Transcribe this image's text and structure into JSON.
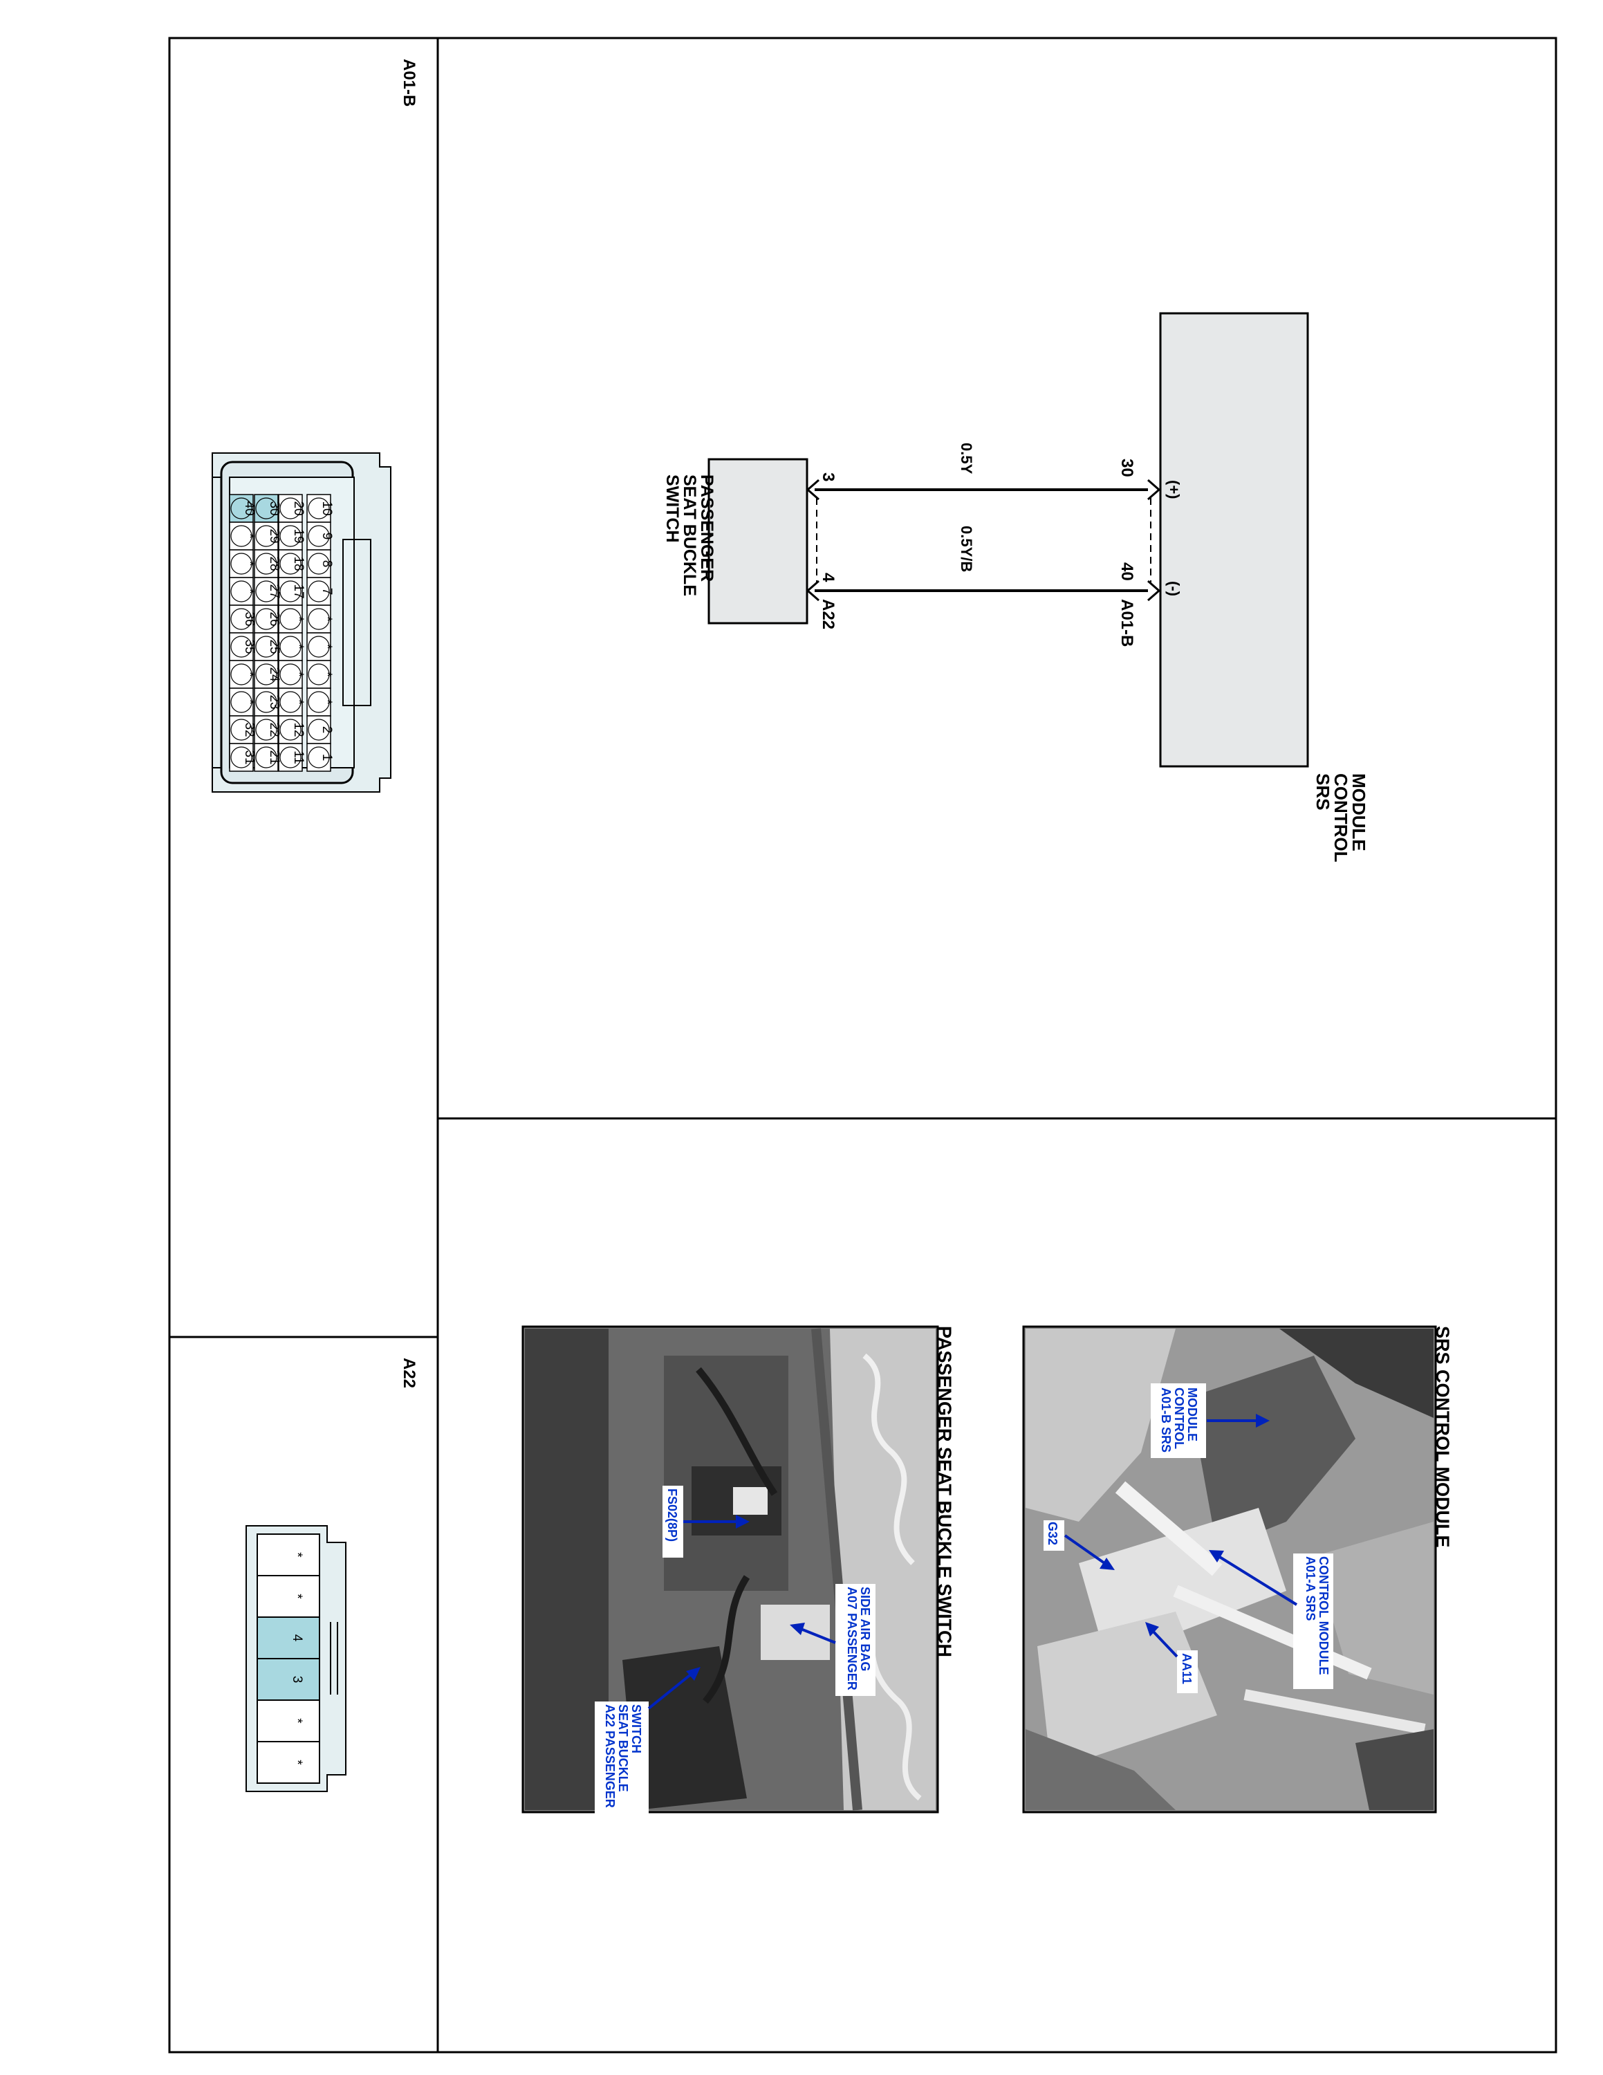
{
  "connectors": {
    "a01b": {
      "title": "A01-B"
    },
    "a22": {
      "title": "A22"
    }
  },
  "schematic": {
    "module": {
      "label_lines": [
        "SRS",
        "CONTROL",
        "MODULE"
      ]
    },
    "switch": {
      "label_lines": [
        "PASSENGER",
        "SEAT BUCKLE",
        "SWITCH"
      ]
    },
    "module_connector": "A01-B",
    "switch_connector": "A22",
    "polarity_plus": "(+)",
    "polarity_minus": "(-)",
    "wires": [
      {
        "module_pin": "30",
        "switch_pin": "3",
        "color": "0.5Y"
      },
      {
        "module_pin": "40",
        "switch_pin": "4",
        "color": "0.5Y/B"
      }
    ]
  },
  "a01b_pins": {
    "rows": [
      [
        "10",
        "9",
        "8",
        "7",
        "*",
        "*",
        "*",
        "*",
        "2",
        "1"
      ],
      [
        "20",
        "19",
        "18",
        "17",
        "*",
        "*",
        "*",
        "*",
        "12",
        "11"
      ],
      [
        "30",
        "29",
        "28",
        "27",
        "26",
        "25",
        "24",
        "23",
        "22",
        "21"
      ],
      [
        "40",
        "*",
        "*",
        "*",
        "36",
        "35",
        "*",
        "*",
        "32",
        "31"
      ]
    ],
    "highlighted": [
      "30",
      "40"
    ]
  },
  "a22_pins": {
    "cells": [
      "*",
      "*",
      "4",
      "3",
      "*",
      "*"
    ],
    "highlighted": [
      "4",
      "3"
    ]
  },
  "photos": {
    "srs": {
      "title": "SRS CONTROL MODULE",
      "callouts": {
        "a01b": [
          "A01-B SRS",
          "CONTROL",
          "MODULE"
        ],
        "a01a": [
          "A01-A SRS",
          "CONTROL MODULE"
        ],
        "g32": [
          "G32"
        ],
        "aa11": [
          "AA11"
        ]
      }
    },
    "buckle": {
      "title": "PASSENGER SEAT BUCKLE SWITCH",
      "callouts": {
        "fs02": [
          "FS02(8P)"
        ],
        "a07": [
          "A07 PASSENGER",
          "SIDE AIR BAG"
        ],
        "a22": [
          "A22 PASSENGER",
          "SEAT BUCKLE",
          "SWITCH"
        ]
      }
    }
  },
  "colors": {
    "highlight": "#a8d8e0",
    "connector_fill": "#e4eff1",
    "box_fill": "#e6e8e9",
    "callout_text": "#0033cc",
    "arrow": "#0022bb"
  }
}
